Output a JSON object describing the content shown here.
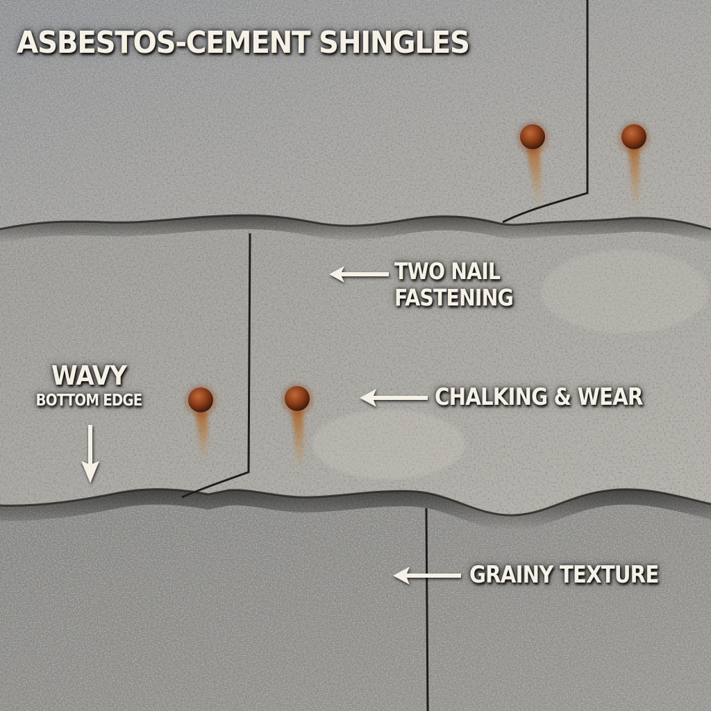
{
  "title": "ASBESTOS-CEMENT SHINGLES",
  "annotations": [
    {
      "id": "two-nail",
      "lines": [
        "TWO NAIL",
        "FASTENING"
      ],
      "arrow_direction": "left"
    },
    {
      "id": "chalking",
      "lines": [
        "CHALKING & WEAR"
      ],
      "arrow_direction": "left"
    },
    {
      "id": "wavy-edge",
      "lines": [
        "WAVY",
        "BOTTOM EDGE"
      ],
      "arrow_direction": "down"
    },
    {
      "id": "grainy",
      "lines": [
        "GRAINY TEXTURE"
      ],
      "arrow_direction": "left"
    }
  ],
  "scene": {
    "subject": "weathered gray asbestos-cement siding shingles with wavy bottom edges and rusted nail heads",
    "nail_count": 4,
    "colors": {
      "label_text": "#f6f1e6",
      "shingle_light": "#b3b0a8",
      "shingle_mid": "#8f8e8a",
      "shingle_dark": "#5f6266",
      "seam": "#1e1c1a",
      "rust": "#9a4a1e",
      "rust_stain": "#b8742e"
    }
  }
}
